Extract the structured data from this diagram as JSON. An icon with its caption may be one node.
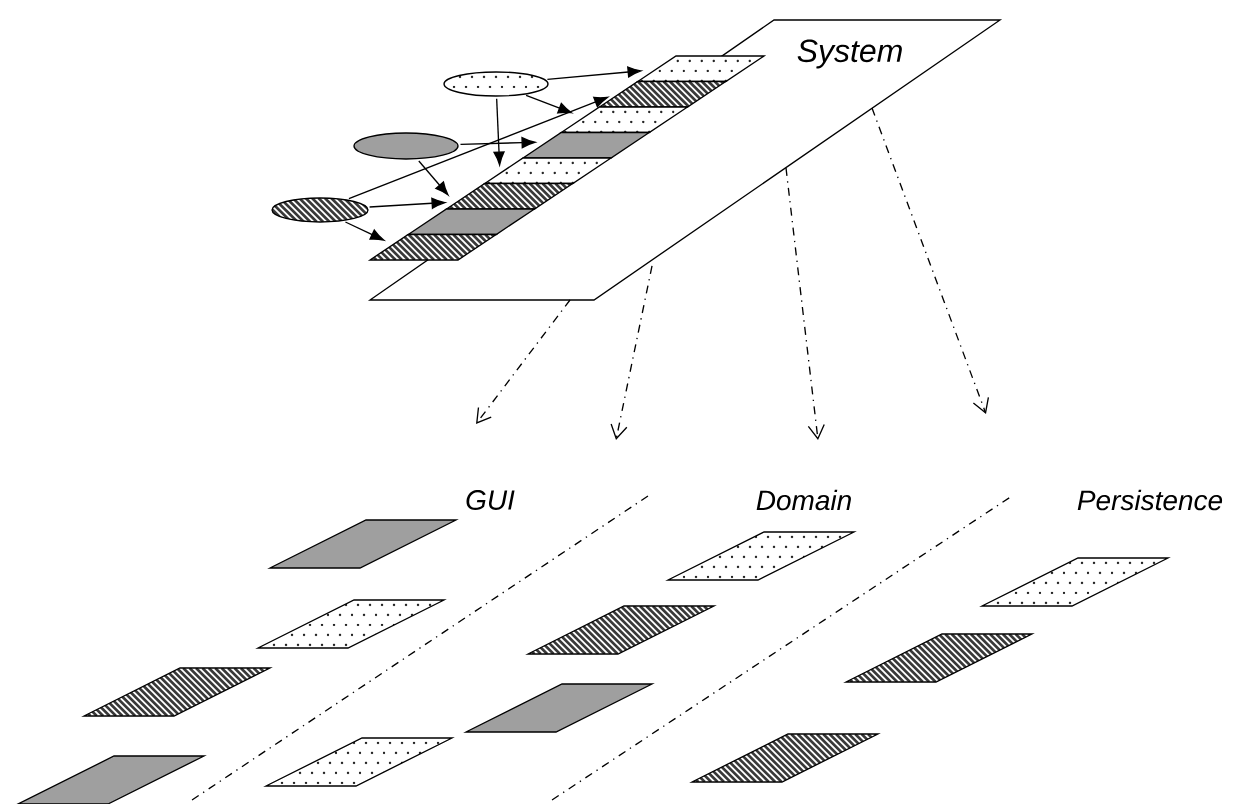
{
  "diagram": {
    "nodes": [
      {
        "text": [
          "System"
        ]
      },
      {
        "text": [],
        "shape": "ellipse"
      },
      {
        "text": [],
        "shape": "ellipse"
      },
      {
        "text": [],
        "shape": "ellipse"
      },
      {
        "text": [],
        "shape": "box"
      },
      {
        "text": [],
        "shape": "box"
      },
      {
        "text": [],
        "shape": "box"
      },
      {
        "text": [],
        "shape": "box"
      },
      {
        "text": [],
        "shape": "box"
      },
      {
        "text": [],
        "shape": "box"
      },
      {
        "text": [],
        "shape": "box"
      },
      {
        "text": [],
        "shape": "box"
      },
      {
        "text": [],
        "shape": "box"
      },
      {
        "text": [],
        "shape": "box"
      },
      {
        "text": [],
        "shape": "box"
      },
      {
        "text": [],
        "shape": "box"
      },
      {
        "text": [],
        "shape": "box"
      },
      {
        "text": [],
        "shape": "box"
      },
      {
        "text": [],
        "shape": "box"
      },
      {
        "text": [],
        "shape": "box"
      },
      {
        "text": [],
        "shape": "box"
      },
      {
        "text": [],
        "shape": "box"
      },
      {
        "text": [],
        "shape": "box"
      }
    ],
    "edges": [
      {
        "from": 1,
        "to": 4,
        "arrow": "to"
      },
      {
        "from": 1,
        "to": 6,
        "arrow": "to"
      },
      {
        "from": 1,
        "to": 8,
        "arrow": "to"
      },
      {
        "from": 2,
        "to": 7,
        "arrow": "to"
      },
      {
        "from": 2,
        "to": 9,
        "arrow": "to"
      },
      {
        "from": 3,
        "to": 5,
        "arrow": "to"
      },
      {
        "from": 3,
        "to": 9,
        "arrow": "to"
      },
      {
        "from": 3,
        "to": 11,
        "arrow": "to"
      },
      {
        "from": 0,
        "to": null,
        "arrow": "to",
        "style": "dashed"
      },
      {
        "from": 0,
        "to": null,
        "arrow": "to",
        "style": "dashed"
      },
      {
        "from": 0,
        "to": null,
        "arrow": "to",
        "style": "dashed"
      },
      {
        "from": 0,
        "to": null,
        "arrow": "to",
        "style": "dashed"
      }
    ],
    "labels": [
      "GUI",
      "Domain",
      "Persistence"
    ]
  }
}
